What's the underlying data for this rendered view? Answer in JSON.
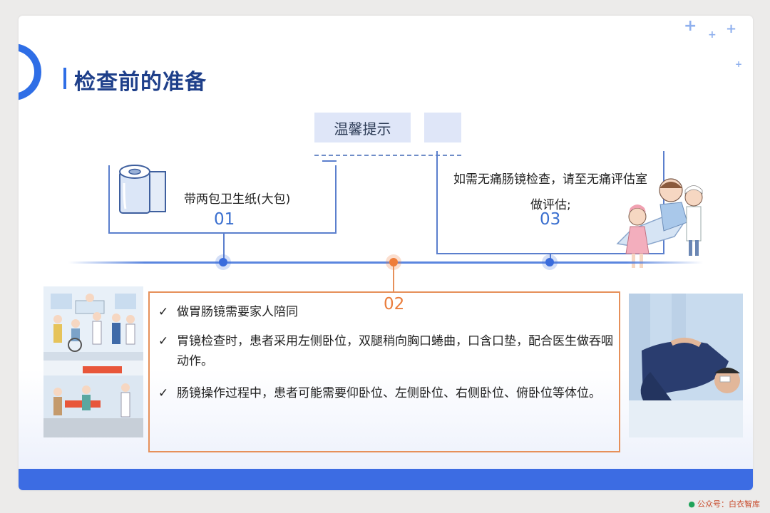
{
  "title": "检查前的准备",
  "tip_label": "温馨提示",
  "cards": {
    "c1": {
      "text": "带两包卫生纸(大包)",
      "num": "01"
    },
    "c2": {
      "num": "02"
    },
    "c3": {
      "line1": "如需无痛肠镜检查，请至无痛评估室",
      "line2": "做评估;",
      "num": "03"
    }
  },
  "bullets": {
    "check": "✓",
    "b1": "做胃肠镜需要家人陪同",
    "b2": "胃镜检查时，患者采用左侧卧位，双腿稍向胸口蜷曲，口含口垫，配合医生做吞咽动作。",
    "b3": "肠镜操作过程中，患者可能需要仰卧位、左侧卧位、右侧卧位、俯卧位等体位。"
  },
  "watermark": "公众号：白衣智库",
  "icons": {
    "sparkle": "plus-sparkle-icon",
    "tissue": "tissue-roll-icon",
    "wechat": "wechat-icon"
  },
  "colors": {
    "accent_blue": "#2f6ee6",
    "accent_orange": "#ea7d3c",
    "title": "#1e3f8a"
  }
}
